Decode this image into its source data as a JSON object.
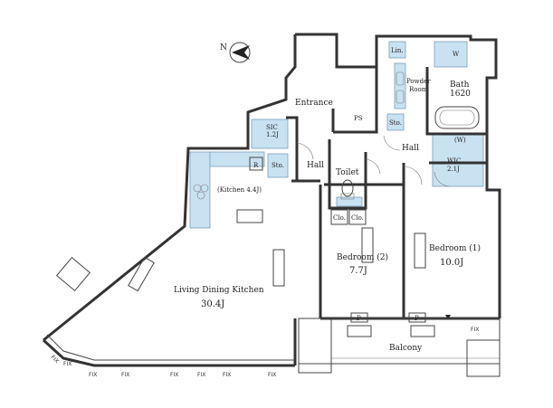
{
  "rooms": {
    "entrance": "Entrance",
    "ps": "PS",
    "linen": "Lin.",
    "wash": "W",
    "powder": [
      "Powder",
      "Room"
    ],
    "bath": [
      "Bath",
      "1620"
    ],
    "sic": [
      "SIC",
      "1.2J"
    ],
    "storage1": "Sto.",
    "storage2": "Sto.",
    "hall1": "Hall",
    "hall2": "Hall",
    "toilet": "Toilet",
    "wic_w": "(W)",
    "wic": [
      "WIC",
      "2.1J"
    ],
    "fridge": "R",
    "kitchen": "(Kitchen 4.4J)",
    "closet1": "Clo.",
    "closet2": "Clo.",
    "bedroom2": [
      "Bedroom (2)",
      "7.7J"
    ],
    "bedroom1": [
      "Bedroom (1)",
      "10.0J"
    ],
    "ldk": [
      "Living Dining Kitchen",
      "30.4J"
    ],
    "balcony": "Balcony",
    "p1": "P",
    "p2": "P"
  },
  "compass": {
    "label": "N"
  },
  "fix_labels": [
    "FIX",
    "FIX",
    "FIX",
    "FIX",
    "FIX",
    "FIX",
    "FIX",
    "FIX",
    "FIX"
  ],
  "colors": {
    "wet_area": "#c9e2f2",
    "wall": "#333333"
  }
}
